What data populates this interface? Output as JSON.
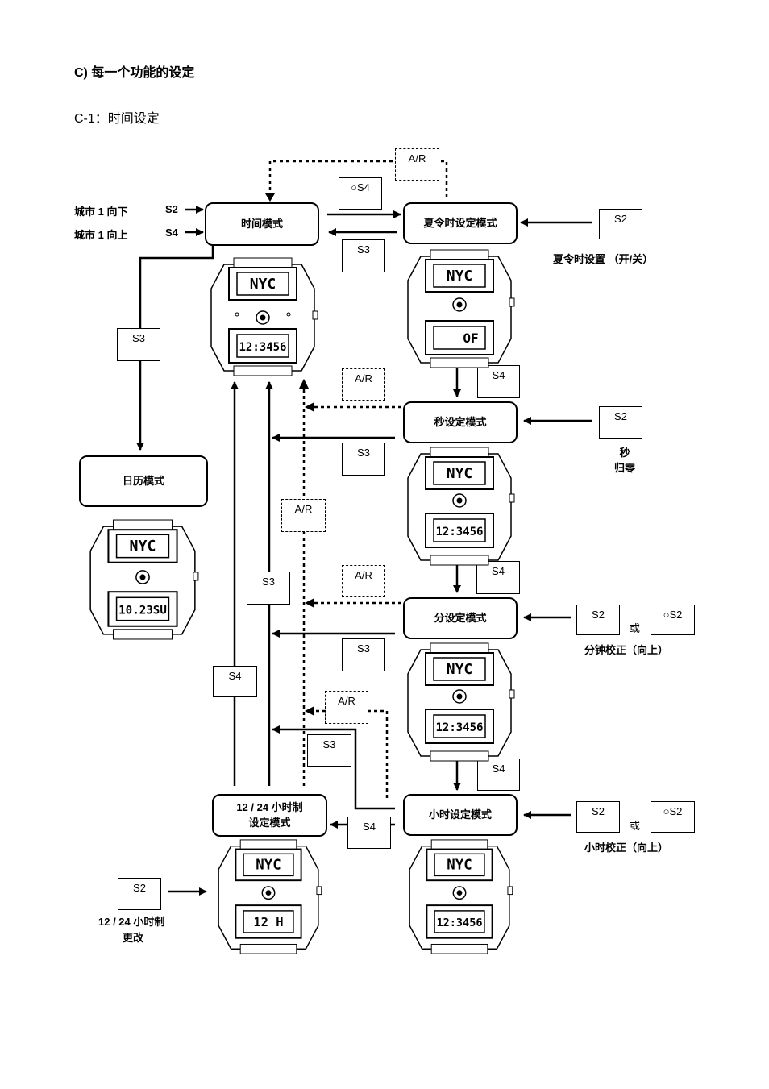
{
  "heading": "C)  每一个功能的设定",
  "subheading": "C-1：时间设定",
  "modes": {
    "time": "时间模式",
    "dst": "夏令时设定模式",
    "second": "秒设定模式",
    "calendar": "日历模式",
    "minute": "分设定模式",
    "hour": "小时设定模式",
    "hour12_24_line1": "12 / 24 小时制",
    "hour12_24_line2": "设定模式"
  },
  "keys": {
    "s2": "S2",
    "s3": "S3",
    "s4": "S4",
    "ar": "A/R",
    "s4_circle": "S4",
    "s2_circle": "S2"
  },
  "labels": {
    "city_down": "城市 1 向下",
    "city_up": "城市 1 向上",
    "dst_setting": "夏令时设置  （开/关）",
    "second_line1": "秒",
    "second_line2": "归零",
    "or": "或",
    "minute_adjust": "分钟校正（向上）",
    "hour_adjust": "小时校正（向上）",
    "change_line1": "12 / 24 小时制",
    "change_line2": "更改"
  },
  "displays": {
    "city": "NYC",
    "time": "12:3456",
    "dst": "OF",
    "date": "10.23SU",
    "hour_format": "12 H"
  }
}
